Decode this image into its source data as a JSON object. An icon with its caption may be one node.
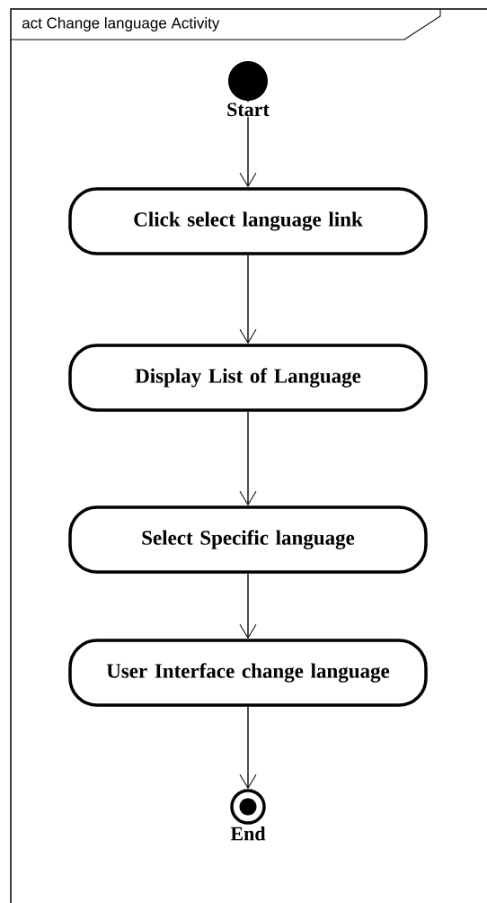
{
  "diagram": {
    "nodes": [
      {
        "text": [
          "act Change language Activity"
        ]
      },
      {
        "text": [],
        "shape": "circle",
        "beside": [
          "Start"
        ],
        "in": 0
      },
      {
        "text": [
          "Click select language link"
        ],
        "in": 0
      },
      {
        "text": [
          "Display List of Language"
        ],
        "in": 0
      },
      {
        "text": [
          "Select Specific language"
        ],
        "in": 0
      },
      {
        "text": [
          "User Interface change language"
        ],
        "in": 0
      },
      {
        "text": [],
        "shape": "circle",
        "beside": [
          "End"
        ],
        "in": 0
      }
    ],
    "edges": [
      {
        "from": 1,
        "to": 2,
        "arrow": "to"
      },
      {
        "from": 2,
        "to": 3,
        "arrow": "to"
      },
      {
        "from": 3,
        "to": 4,
        "arrow": "to"
      },
      {
        "from": 4,
        "to": 5,
        "arrow": "to"
      },
      {
        "from": 5,
        "to": 6,
        "arrow": "to"
      }
    ]
  }
}
